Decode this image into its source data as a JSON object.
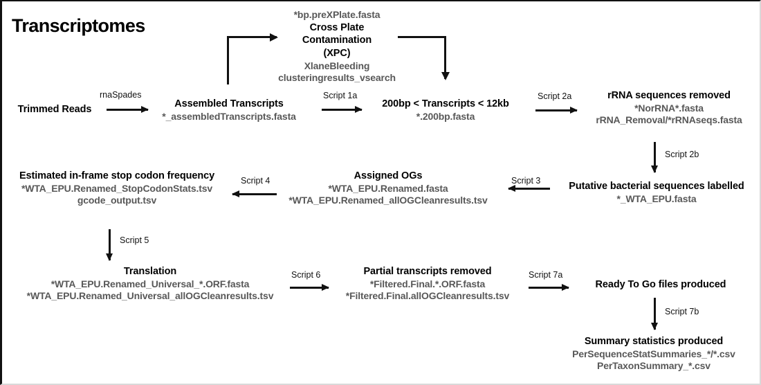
{
  "title": "Transcriptomes",
  "nodes": {
    "trimmed_reads": {
      "title": "Trimmed Reads",
      "files": []
    },
    "assembled": {
      "title": "Assembled Transcripts",
      "files": [
        "*_assembledTranscripts.fasta"
      ]
    },
    "xpc": {
      "title_pre": "*bp.preXPlate.fasta",
      "title": "Cross Plate\nContamination\n(XPC)",
      "title_line1": "Cross Plate",
      "title_line2": "Contamination",
      "title_line3": "(XPC)",
      "files": [
        "XlaneBleeding",
        "clusteringresults_vsearch"
      ]
    },
    "size_filter": {
      "title": "200bp < Transcripts < 12kb",
      "files": [
        "*.200bp.fasta"
      ]
    },
    "rrna_removed": {
      "title": "rRNA sequences removed",
      "files": [
        "*NorRNA*.fasta",
        "rRNA_Removal/*rRNAseqs.fasta"
      ]
    },
    "bacterial": {
      "title": "Putative bacterial sequences labelled",
      "files": [
        "*_WTA_EPU.fasta"
      ]
    },
    "assigned_ogs": {
      "title": "Assigned OGs",
      "files": [
        "*WTA_EPU.Renamed.fasta",
        "*WTA_EPU.Renamed_allOGCleanresults.tsv"
      ]
    },
    "stop_codon": {
      "title": "Estimated in-frame stop codon frequency",
      "files": [
        "*WTA_EPU.Renamed_StopCodonStats.tsv",
        "gcode_output.tsv"
      ]
    },
    "translation": {
      "title": "Translation",
      "files": [
        "*WTA_EPU.Renamed_Universal_*.ORF.fasta",
        "*WTA_EPU.Renamed_Universal_allOGCleanresults.tsv"
      ]
    },
    "partial_removed": {
      "title": "Partial transcripts removed",
      "files": [
        "*Filtered.Final.*.ORF.fasta",
        "*Filtered.Final.allOGCleanresults.tsv"
      ]
    },
    "ready_to_go": {
      "title": "Ready To Go files produced",
      "files": []
    },
    "summary_stats": {
      "title": "Summary statistics produced",
      "files": [
        "PerSequenceStatSummaries_*/*.csv",
        "PerTaxonSummary_*.csv"
      ]
    }
  },
  "edges": {
    "rnaspades": "rnaSpades",
    "script_1a": "Script 1a",
    "script_2a": "Script 2a",
    "script_2b": "Script 2b",
    "script_3": "Script 3",
    "script_4": "Script 4",
    "script_5": "Script 5",
    "script_6": "Script 6",
    "script_7a": "Script 7a",
    "script_7b": "Script 7b"
  },
  "colors": {
    "text": "#000000",
    "filename": "#585858",
    "arrow": "#111111",
    "background": "#ffffff"
  }
}
